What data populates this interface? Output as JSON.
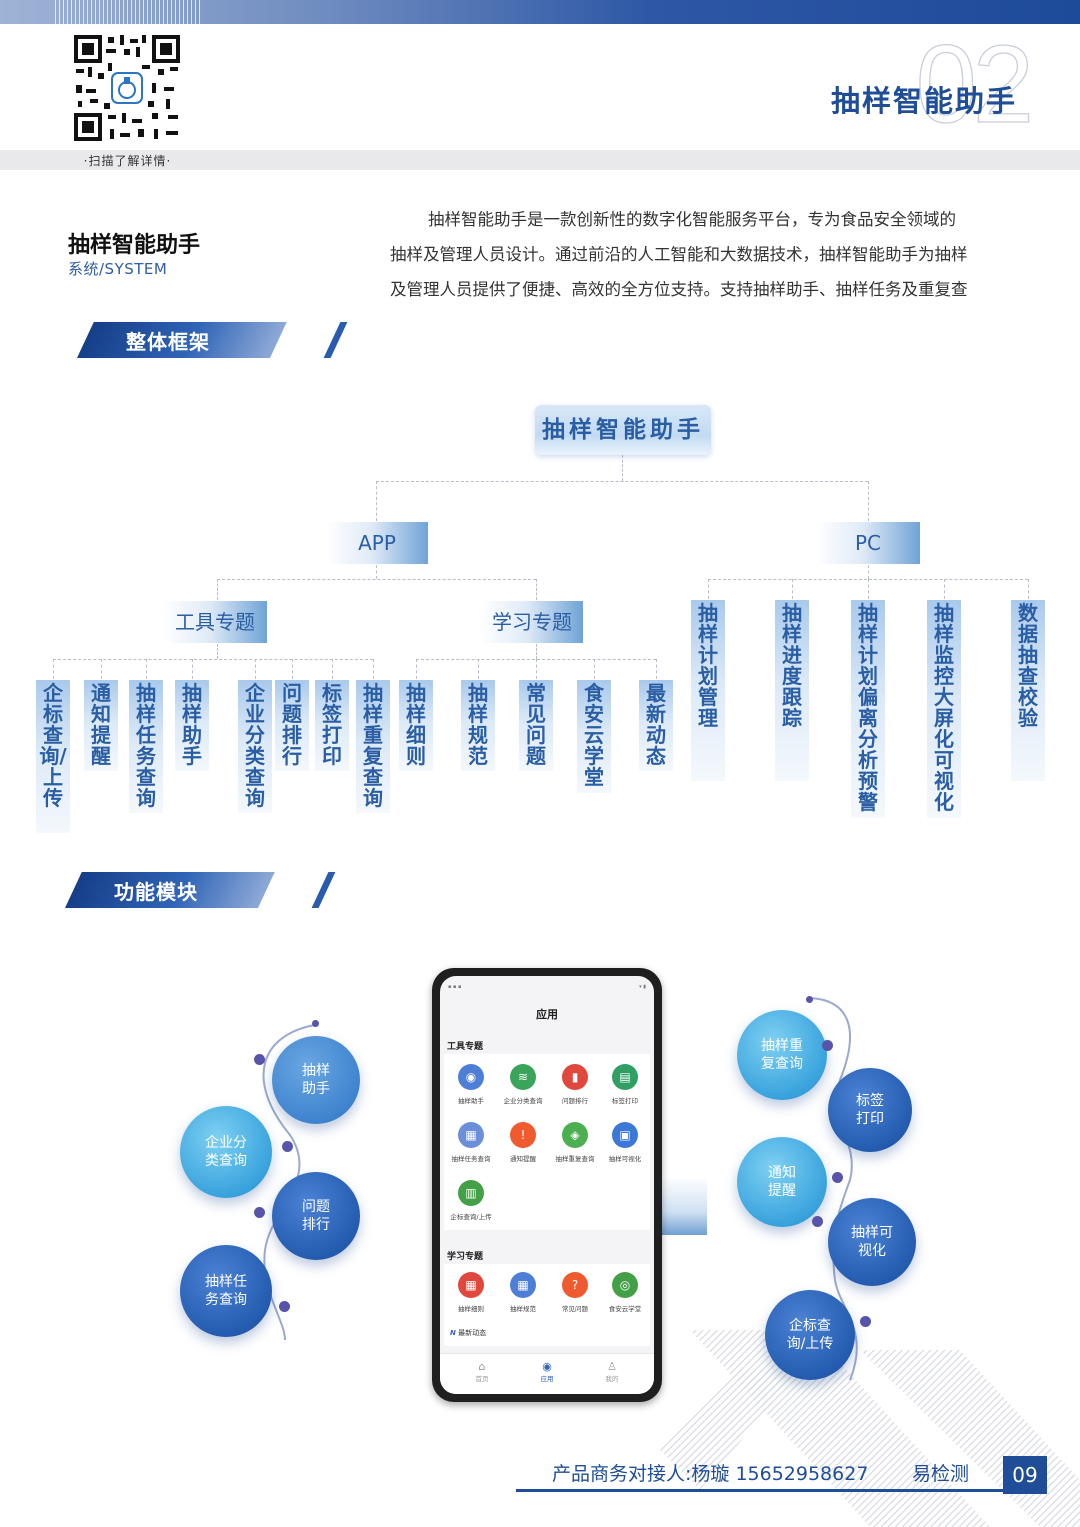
{
  "header": {
    "qr_caption": "·扫描了解详情·",
    "big_number": "02",
    "title": "抽样智能助手"
  },
  "section": {
    "title": "抽样智能助手",
    "subtitle": "系统/SYSTEM",
    "intro_lines": [
      "抽样智能助手是一款创新性的数字化智能服务平台，专为食品安全领域的",
      "抽样及管理人员设计。通过前沿的人工智能和大数据技术，抽样智能助手为抽样",
      "及管理人员提供了便捷、高效的全方位支持。支持抽样助手、抽样任务及重复查"
    ]
  },
  "framework": {
    "heading": "整体框架",
    "root": "抽样智能助手",
    "app": "APP",
    "pc": "PC",
    "tools_group": "工具专题",
    "learning_group": "学习专题",
    "tools_items": [
      "企标查询/上传",
      "通知提醒",
      "抽样任务查询",
      "抽样助手",
      "企业分类查询",
      "问题排行",
      "标签打印",
      "抽样重复查询"
    ],
    "learning_items": [
      "抽样细则",
      "抽样规范",
      "常见问题",
      "食安云学堂",
      "最新动态"
    ],
    "pc_items": [
      "抽样计划管理",
      "抽样进度跟踪",
      "抽样计划偏离分析预警",
      "抽样监控大屏化可视化",
      "数据抽查校验"
    ]
  },
  "modules": {
    "heading": "功能模块",
    "phone": {
      "screen_title": "应用",
      "tools_label": "工具专题",
      "tools_apps": [
        "抽样助手",
        "企业分类查询",
        "问题排行",
        "标签打印",
        "抽样任务查询",
        "通知提醒",
        "抽样重复查询",
        "抽样可视化",
        "企标查询/上传"
      ],
      "learning_label": "学习专题",
      "learning_apps": [
        "抽样细则",
        "抽样规范",
        "常见问题",
        "食安云学堂"
      ],
      "latest": "最新动态",
      "tabs": [
        "首页",
        "应用",
        "我的"
      ]
    },
    "left_circles": [
      "抽样助手",
      "企业分类查询",
      "问题排行",
      "抽样任务查询"
    ],
    "right_circles": [
      "抽样重复查询",
      "标签打印",
      "通知提醒",
      "抽样可视化",
      "企标查询/上传"
    ]
  },
  "footer": {
    "contact": "产品商务对接人:杨璇 15652958627",
    "brand": "易检测",
    "page": "09"
  },
  "colors": {
    "primary": "#1f4d97",
    "accent": "#2a5ea4",
    "light_blue": "#39a3dd",
    "dot": "#5754a9"
  }
}
